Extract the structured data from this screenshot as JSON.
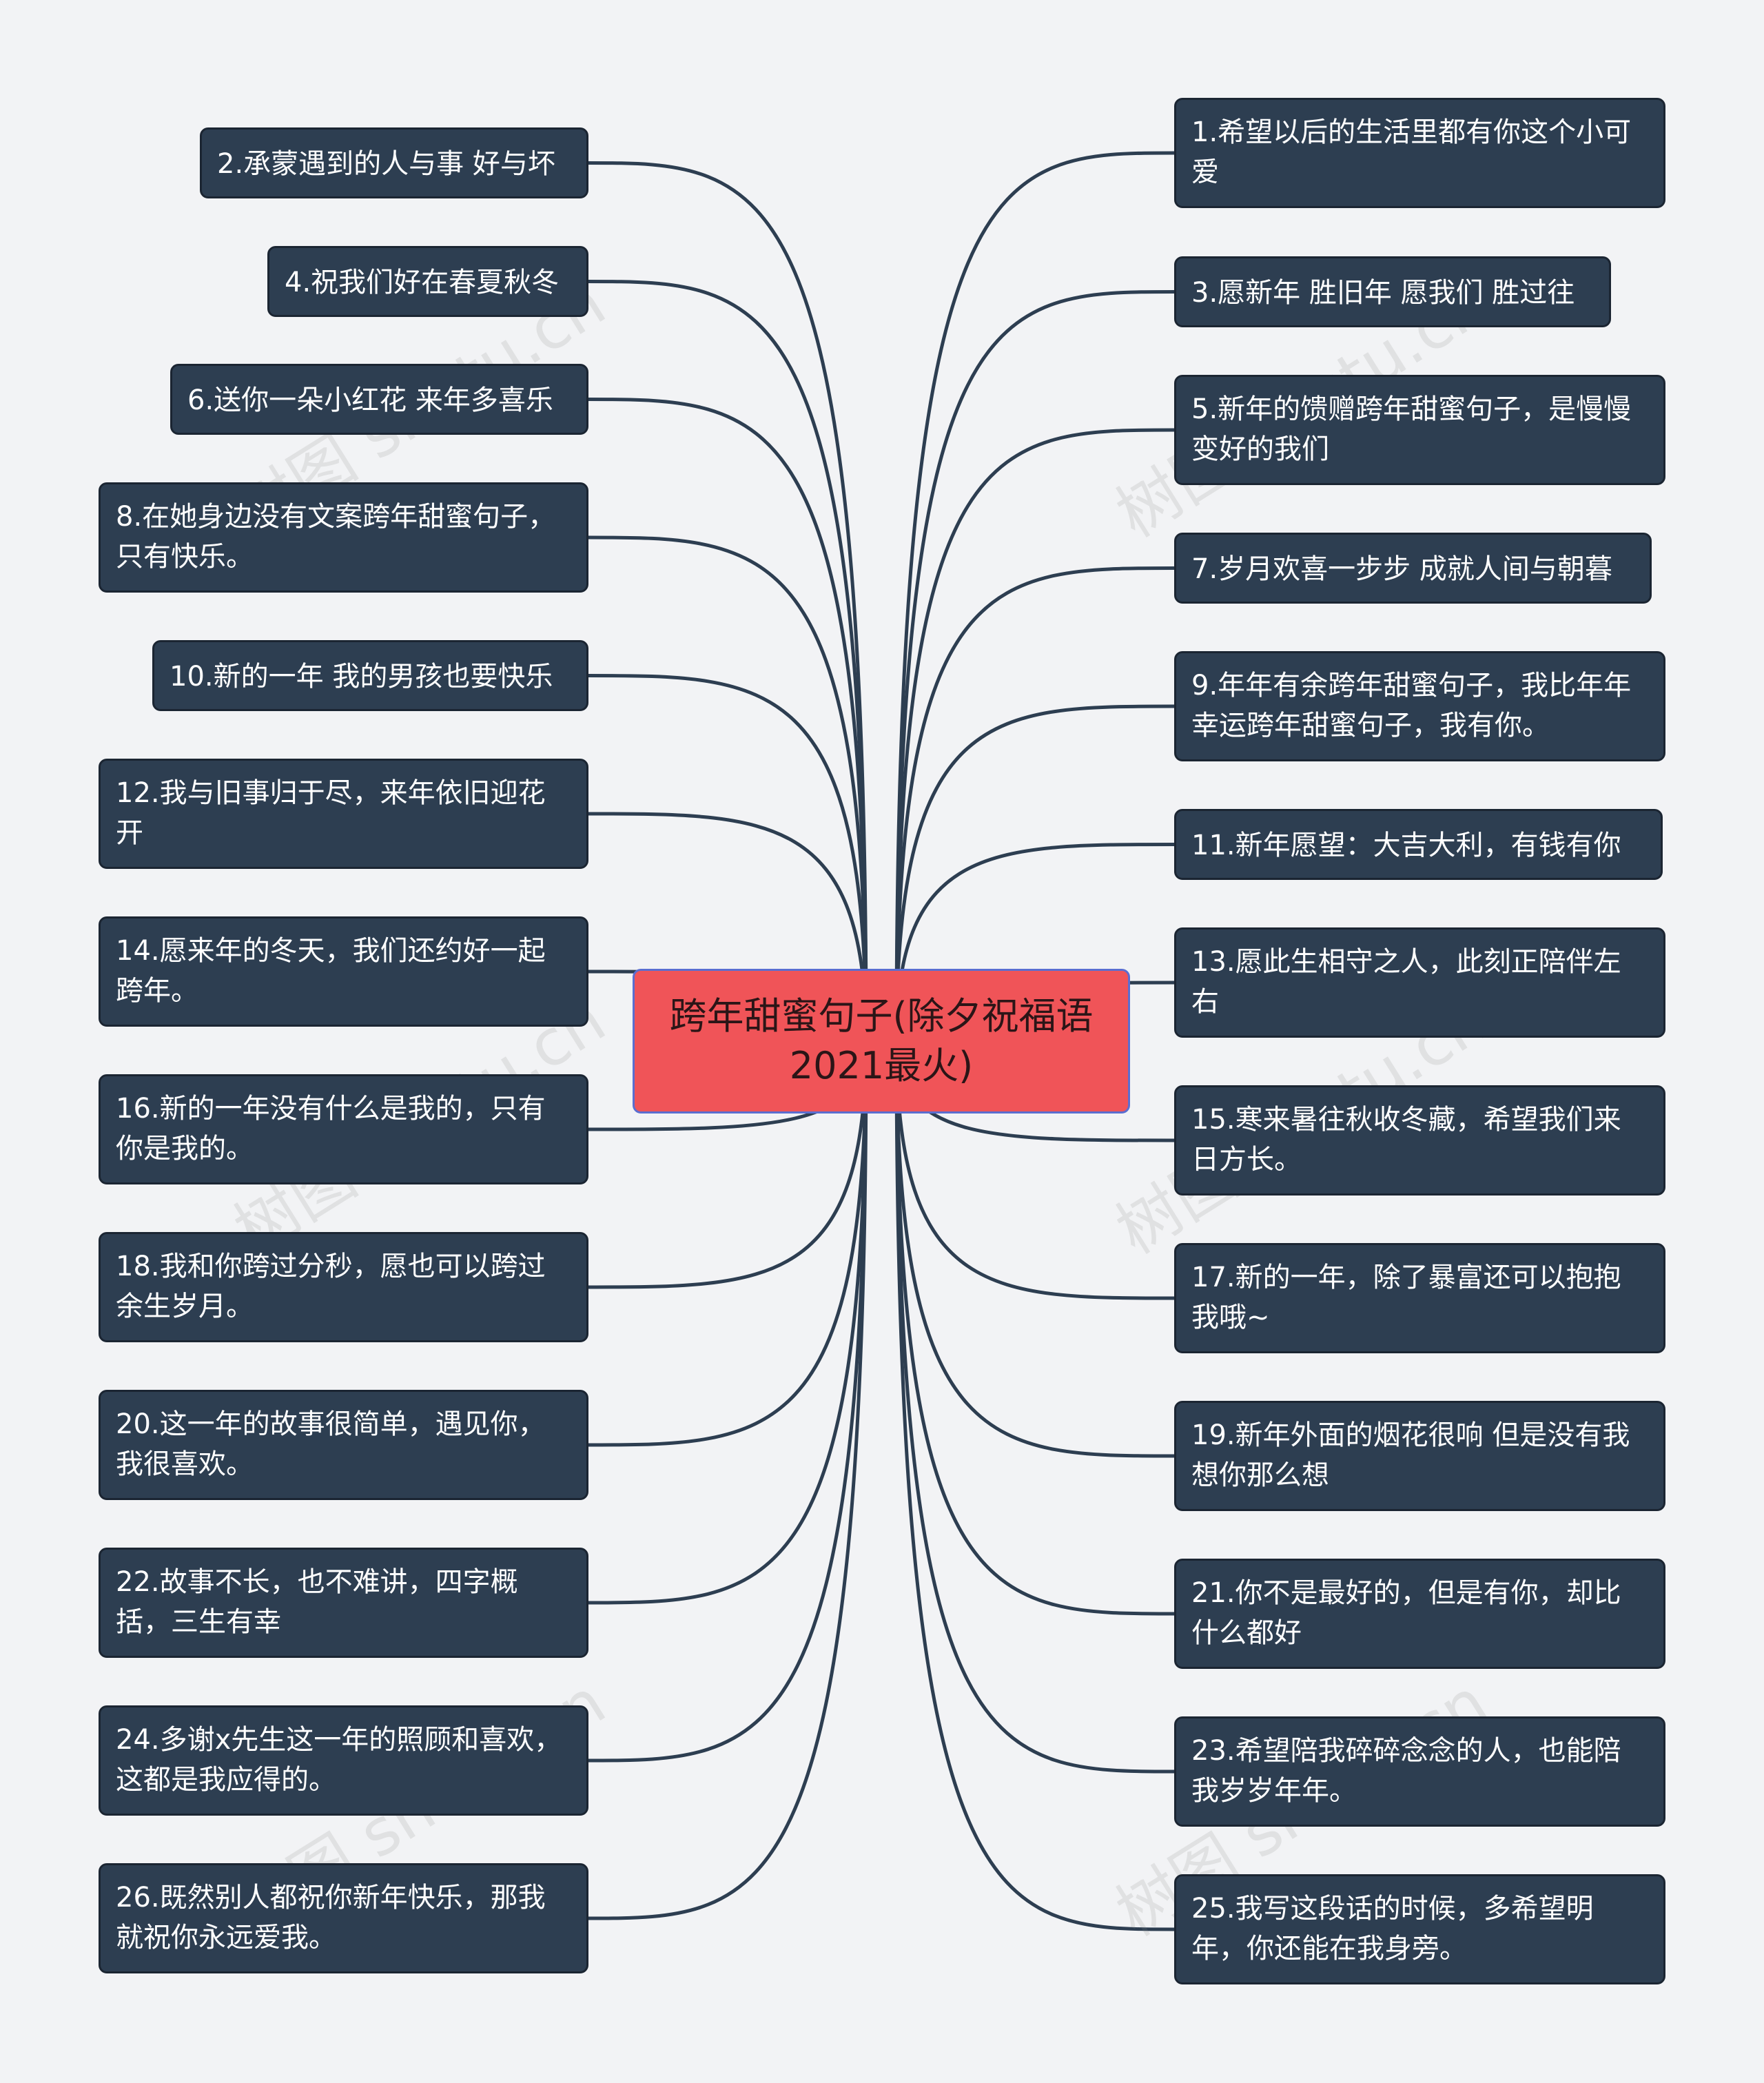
{
  "root": {
    "title": "跨年甜蜜句子(除夕祝福语2021最火)"
  },
  "watermark": "树图 shutu.cn",
  "colors": {
    "node_bg": "#2d3e51",
    "root_bg": "#f05458",
    "line": "#2d3e51",
    "background": "#f2f3f5"
  },
  "left_nodes": [
    "2.承蒙遇到的人与事 好与坏",
    "4.祝我们好在春夏秋冬",
    "6.送你一朵小红花 来年多喜乐",
    "8.在她身边没有文案跨年甜蜜句子，只有快乐。",
    "10.新的一年 我的男孩也要快乐",
    "12.我与旧事归于尽，来年依旧迎花开",
    "14.愿来年的冬天，我们还约好一起跨年。",
    "16.新的一年没有什么是我的，只有你是我的。",
    "18.我和你跨过分秒，愿也可以跨过余生岁月。",
    "20.这一年的故事很简单，遇见你，我很喜欢。",
    "22.故事不长，也不难讲，四字概括，三生有幸",
    "24.多谢x先生这一年的照顾和喜欢，这都是我应得的。",
    "26.既然别人都祝你新年快乐，那我就祝你永远爱我。"
  ],
  "right_nodes": [
    "1.希望以后的生活里都有你这个小可爱",
    "3.愿新年 胜旧年 愿我们 胜过往",
    "5.新年的馈赠跨年甜蜜句子，是慢慢变好的我们",
    "7.岁月欢喜一步步 成就人间与朝暮",
    "9.年年有余跨年甜蜜句子，我比年年幸运跨年甜蜜句子，我有你。",
    "11.新年愿望：大吉大利，有钱有你",
    "13.愿此生相守之人，此刻正陪伴左右",
    "15.寒来暑往秋收冬藏，希望我们来日方长。",
    "17.新的一年，除了暴富还可以抱抱我哦~",
    "19.新年外面的烟花很响 但是没有我想你那么想",
    "21.你不是最好的，但是有你，却比什么都好",
    "23.希望陪我碎碎念念的人，也能陪我岁岁年年。",
    "25.我写这段话的时候，多希望明年，你还能在我身旁。"
  ]
}
